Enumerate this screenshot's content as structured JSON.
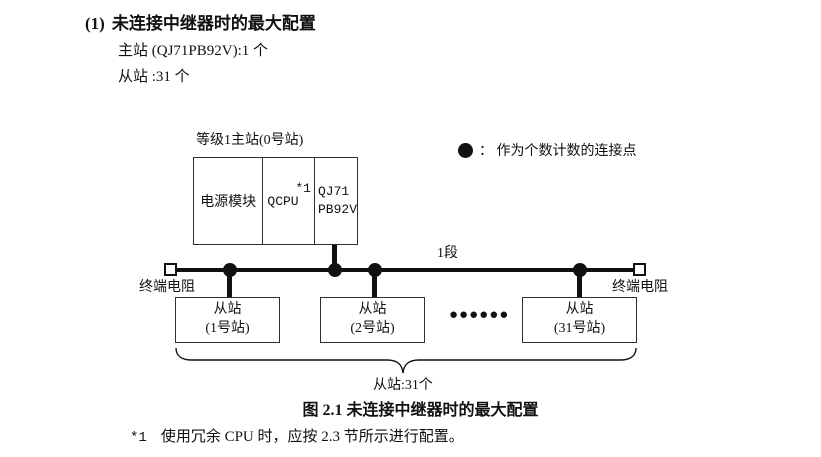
{
  "header": {
    "number": "(1)",
    "title": "未连接中继器时的最大配置",
    "master_line": "主站 (QJ71PB92V):1 个",
    "slave_line": "从站 :31 个"
  },
  "diagram": {
    "master_station_label": "等级1主站(0号站)",
    "modules": [
      {
        "label": "电源模块"
      },
      {
        "label": "QCPU",
        "footnote_ref": "*1"
      },
      {
        "line1": "QJ71",
        "line2": "PB92V"
      }
    ],
    "legend_text": "：  作为个数计数的连接点",
    "segment_label": "1段",
    "terminator_left_label": "终端电阻",
    "terminator_right_label": "终端电阻",
    "slave_boxes": [
      {
        "line1": "从站",
        "line2": "(1号站)"
      },
      {
        "line1": "从站",
        "line2": "(2号站)"
      },
      {
        "line1": "从站",
        "line2": "(31号站)"
      }
    ],
    "ellipsis": "●●●●●●",
    "brace_label": "从站:31个"
  },
  "caption": "图 2.1 未连接中继器时的最大配置",
  "footnote": {
    "marker": "*1",
    "text": "使用冗余 CPU 时，应按 2.3 节所示进行配置。"
  },
  "colors": {
    "ink": "#111111",
    "border": "#2f2f2f",
    "background": "#ffffff"
  }
}
